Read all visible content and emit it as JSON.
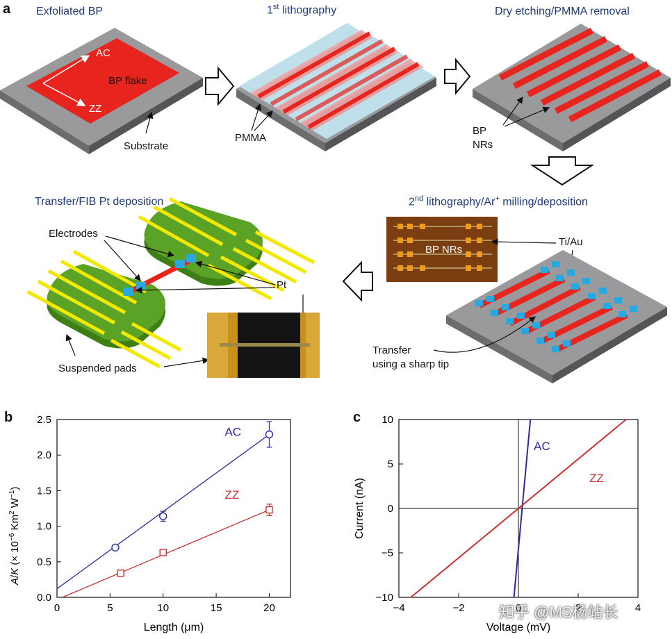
{
  "panel_a": {
    "letter": "a",
    "steps": [
      {
        "title": "Exfoliated BP"
      },
      {
        "title": "1",
        "sup": "st",
        "rest": " lithography"
      },
      {
        "title": "Dry etching/PMMA removal"
      },
      {
        "title": "2",
        "sup": "nd",
        "rest": " lithography/Ar",
        "sup2": "+",
        "rest2": " milling/deposition"
      },
      {
        "title": "Transfer/FIB Pt deposition"
      }
    ],
    "labels": {
      "ac": "AC",
      "zz": "ZZ",
      "bp_flake": "BP flake",
      "substrate": "Substrate",
      "pmma": "PMMA",
      "bp": "BP",
      "nrs": "NRs",
      "bp_nrs": "BP NRs",
      "ti_au": "Ti/Au",
      "transfer_1": "Transfer",
      "transfer_2": "using a sharp tip",
      "electrodes": "Electrodes",
      "pt": "Pt",
      "suspended_pads": "Suspended pads"
    },
    "colors": {
      "bp": "#e8241e",
      "substrate": "#8a8a8c",
      "pmma": "#b9dde8",
      "gold": "#f3e800",
      "pad": "#4f9a1e",
      "ti_au": "#29a8e0"
    }
  },
  "panel_b": {
    "letter": "b",
    "chart_data": {
      "type": "scatter",
      "xlabel": "Length (μm)",
      "ylabel_parts": {
        "a": "A",
        "slash": "/",
        "k": "K",
        "rest": " (× 10",
        "exp1": "−6",
        "mid": " Km",
        "exp2": "2",
        "mid2": " W",
        "exp3": "−1",
        "end": ")"
      },
      "xlim": [
        0,
        22
      ],
      "ylim": [
        0,
        2.5
      ],
      "xticks": [
        "0",
        "5",
        "10",
        "15",
        "20"
      ],
      "yticks": [
        "0.0",
        "0.5",
        "1.0",
        "1.5",
        "2.0",
        "2.5"
      ],
      "series": [
        {
          "name": "AC",
          "color": "#2a2aa8",
          "marker": "circle",
          "x": [
            5.5,
            10,
            20
          ],
          "y": [
            0.7,
            1.14,
            2.29
          ],
          "err": [
            0.03,
            0.07,
            0.18
          ],
          "fit": [
            [
              0,
              0.12
            ],
            [
              20,
              2.29
            ]
          ]
        },
        {
          "name": "ZZ",
          "color": "#c83232",
          "marker": "square",
          "x": [
            6,
            10,
            20
          ],
          "y": [
            0.34,
            0.63,
            1.23
          ],
          "err": [
            0.02,
            0.03,
            0.08
          ],
          "fit": [
            [
              0.5,
              0.0
            ],
            [
              20,
              1.23
            ]
          ]
        }
      ]
    }
  },
  "panel_c": {
    "letter": "c",
    "chart_data": {
      "type": "line",
      "xlabel": "Voltage (mV)",
      "ylabel": "Current (nA)",
      "xlim": [
        -4,
        4
      ],
      "ylim": [
        -10,
        10
      ],
      "xticks": [
        "−4",
        "−2",
        "0",
        "2",
        "4"
      ],
      "yticks": [
        "−10",
        "−5",
        "0",
        "5",
        "10"
      ],
      "series": [
        {
          "name": "AC",
          "color": "#2a2aa8",
          "x": [
            -0.15,
            0.4
          ],
          "y": [
            -10,
            10
          ]
        },
        {
          "name": "ZZ",
          "color": "#c83232",
          "x": [
            -3.6,
            3.6
          ],
          "y": [
            -10,
            10
          ]
        }
      ]
    },
    "watermark": "知乎 @MS杨站长"
  }
}
